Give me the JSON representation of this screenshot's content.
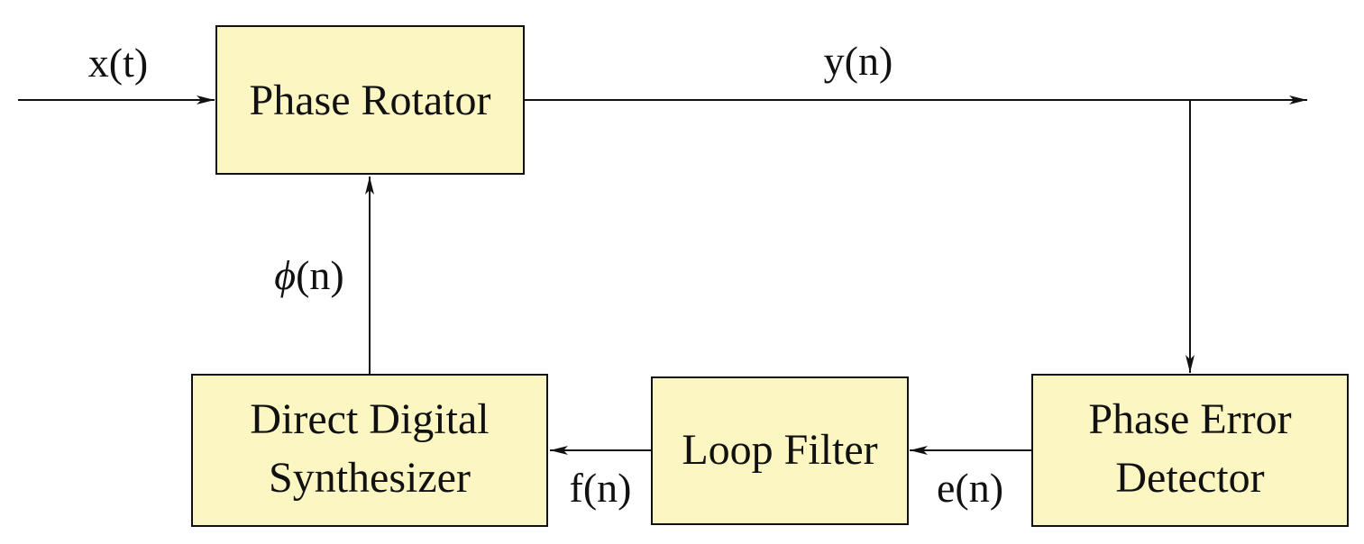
{
  "blocks": {
    "phase_rotator": {
      "lines": [
        "Phase Rotator"
      ]
    },
    "dds": {
      "lines": [
        "Direct Digital",
        "Synthesizer"
      ]
    },
    "loop_filter": {
      "lines": [
        "Loop Filter"
      ]
    },
    "phase_error_detector": {
      "lines": [
        "Phase Error",
        "Detector"
      ]
    }
  },
  "signals": {
    "input": "x(t)",
    "output": "y(n)",
    "phase_symbol": "ϕ",
    "phase_arg": "(n)",
    "freq": "f(n)",
    "error": "e(n)"
  },
  "colors": {
    "block_fill": "#fbf6c2",
    "stroke": "#111111"
  }
}
